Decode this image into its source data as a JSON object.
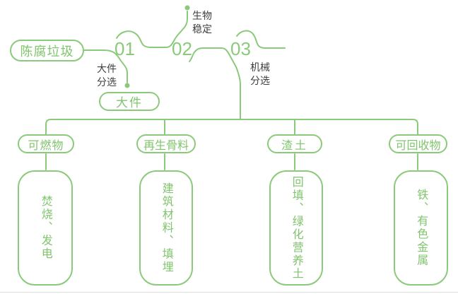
{
  "colors": {
    "green_line": "#8CCA7B",
    "green_text": "#80C56D",
    "label_dark": "#3E3E3E"
  },
  "flow": {
    "source": "陈腐垃圾",
    "steps": [
      {
        "number": "01",
        "process_lines": [
          "大件",
          "分选"
        ],
        "output": "大件"
      },
      {
        "number": "02",
        "process_lines": [
          "生物",
          "稳定"
        ]
      },
      {
        "number": "03",
        "process_lines": [
          "机械",
          "分选"
        ]
      }
    ]
  },
  "branches": [
    {
      "category": "可燃物",
      "products": "焚烧、发电"
    },
    {
      "category": "再生骨料",
      "products": "建筑材料、填埋"
    },
    {
      "category": "渣土",
      "products": "回填、绿化营养土"
    },
    {
      "category": "可回收物",
      "products": "铁、有色金属"
    }
  ]
}
